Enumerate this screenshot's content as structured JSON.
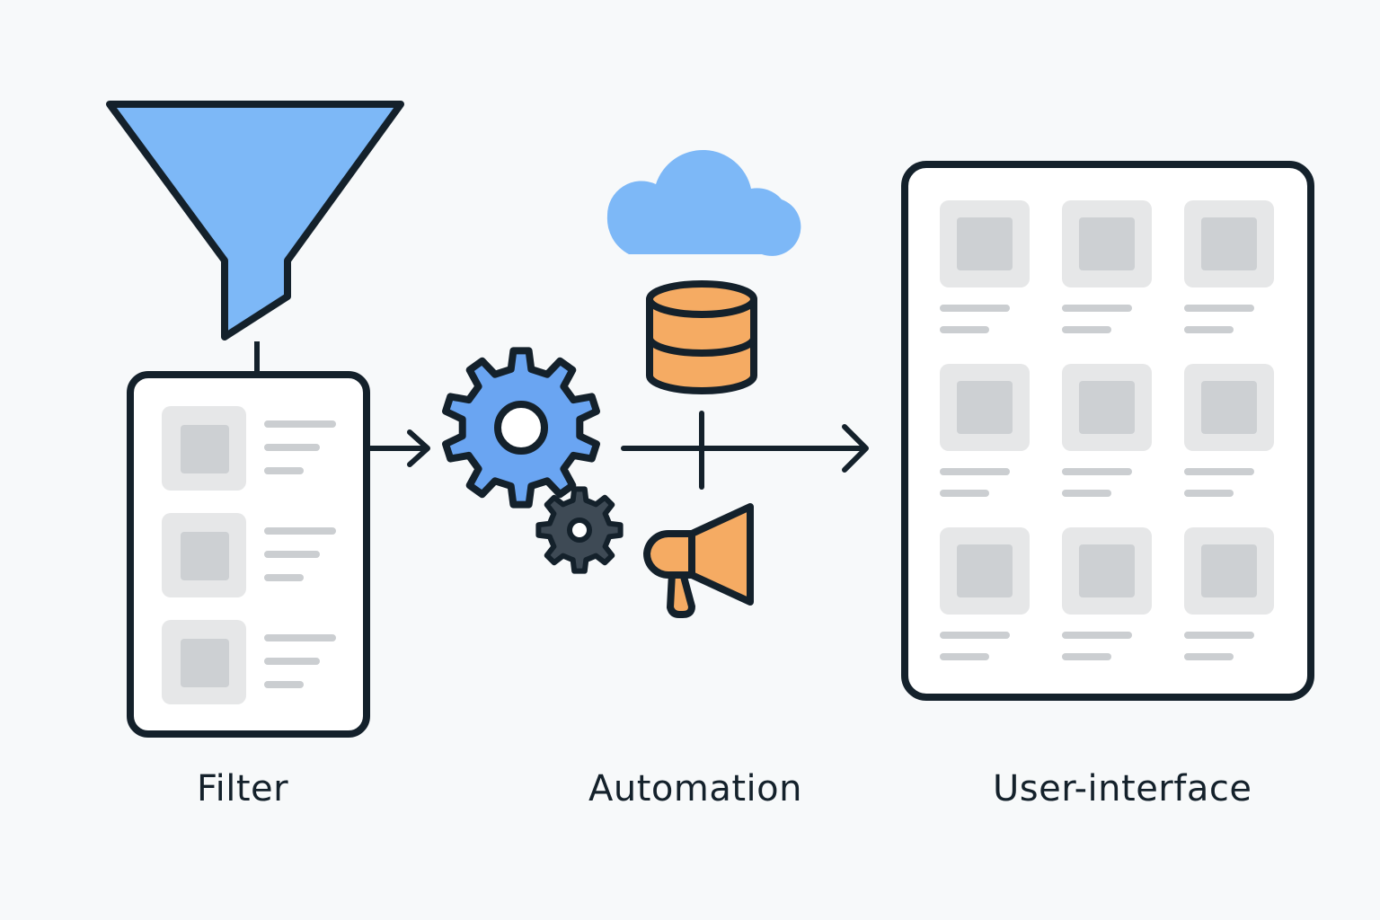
{
  "labels": {
    "filter": "Filter",
    "automation": "Automation",
    "user_interface": "User-interface"
  },
  "colors": {
    "background": "#f7f9fa",
    "outline": "#14212b",
    "accent_blue": "#7db8f7",
    "gear_blue": "#6aa5f2",
    "accent_orange": "#f5ab63",
    "dark_gear": "#3e4a55",
    "card_fill": "#ffffff",
    "tile_fill": "#e6e7e8",
    "tile_inner": "#cdd0d3",
    "line_gray": "#cbced1"
  },
  "icons": [
    "funnel-icon",
    "document-list-icon",
    "gear-icon",
    "small-gear-icon",
    "cloud-icon",
    "database-icon",
    "megaphone-icon",
    "ui-grid-icon"
  ]
}
